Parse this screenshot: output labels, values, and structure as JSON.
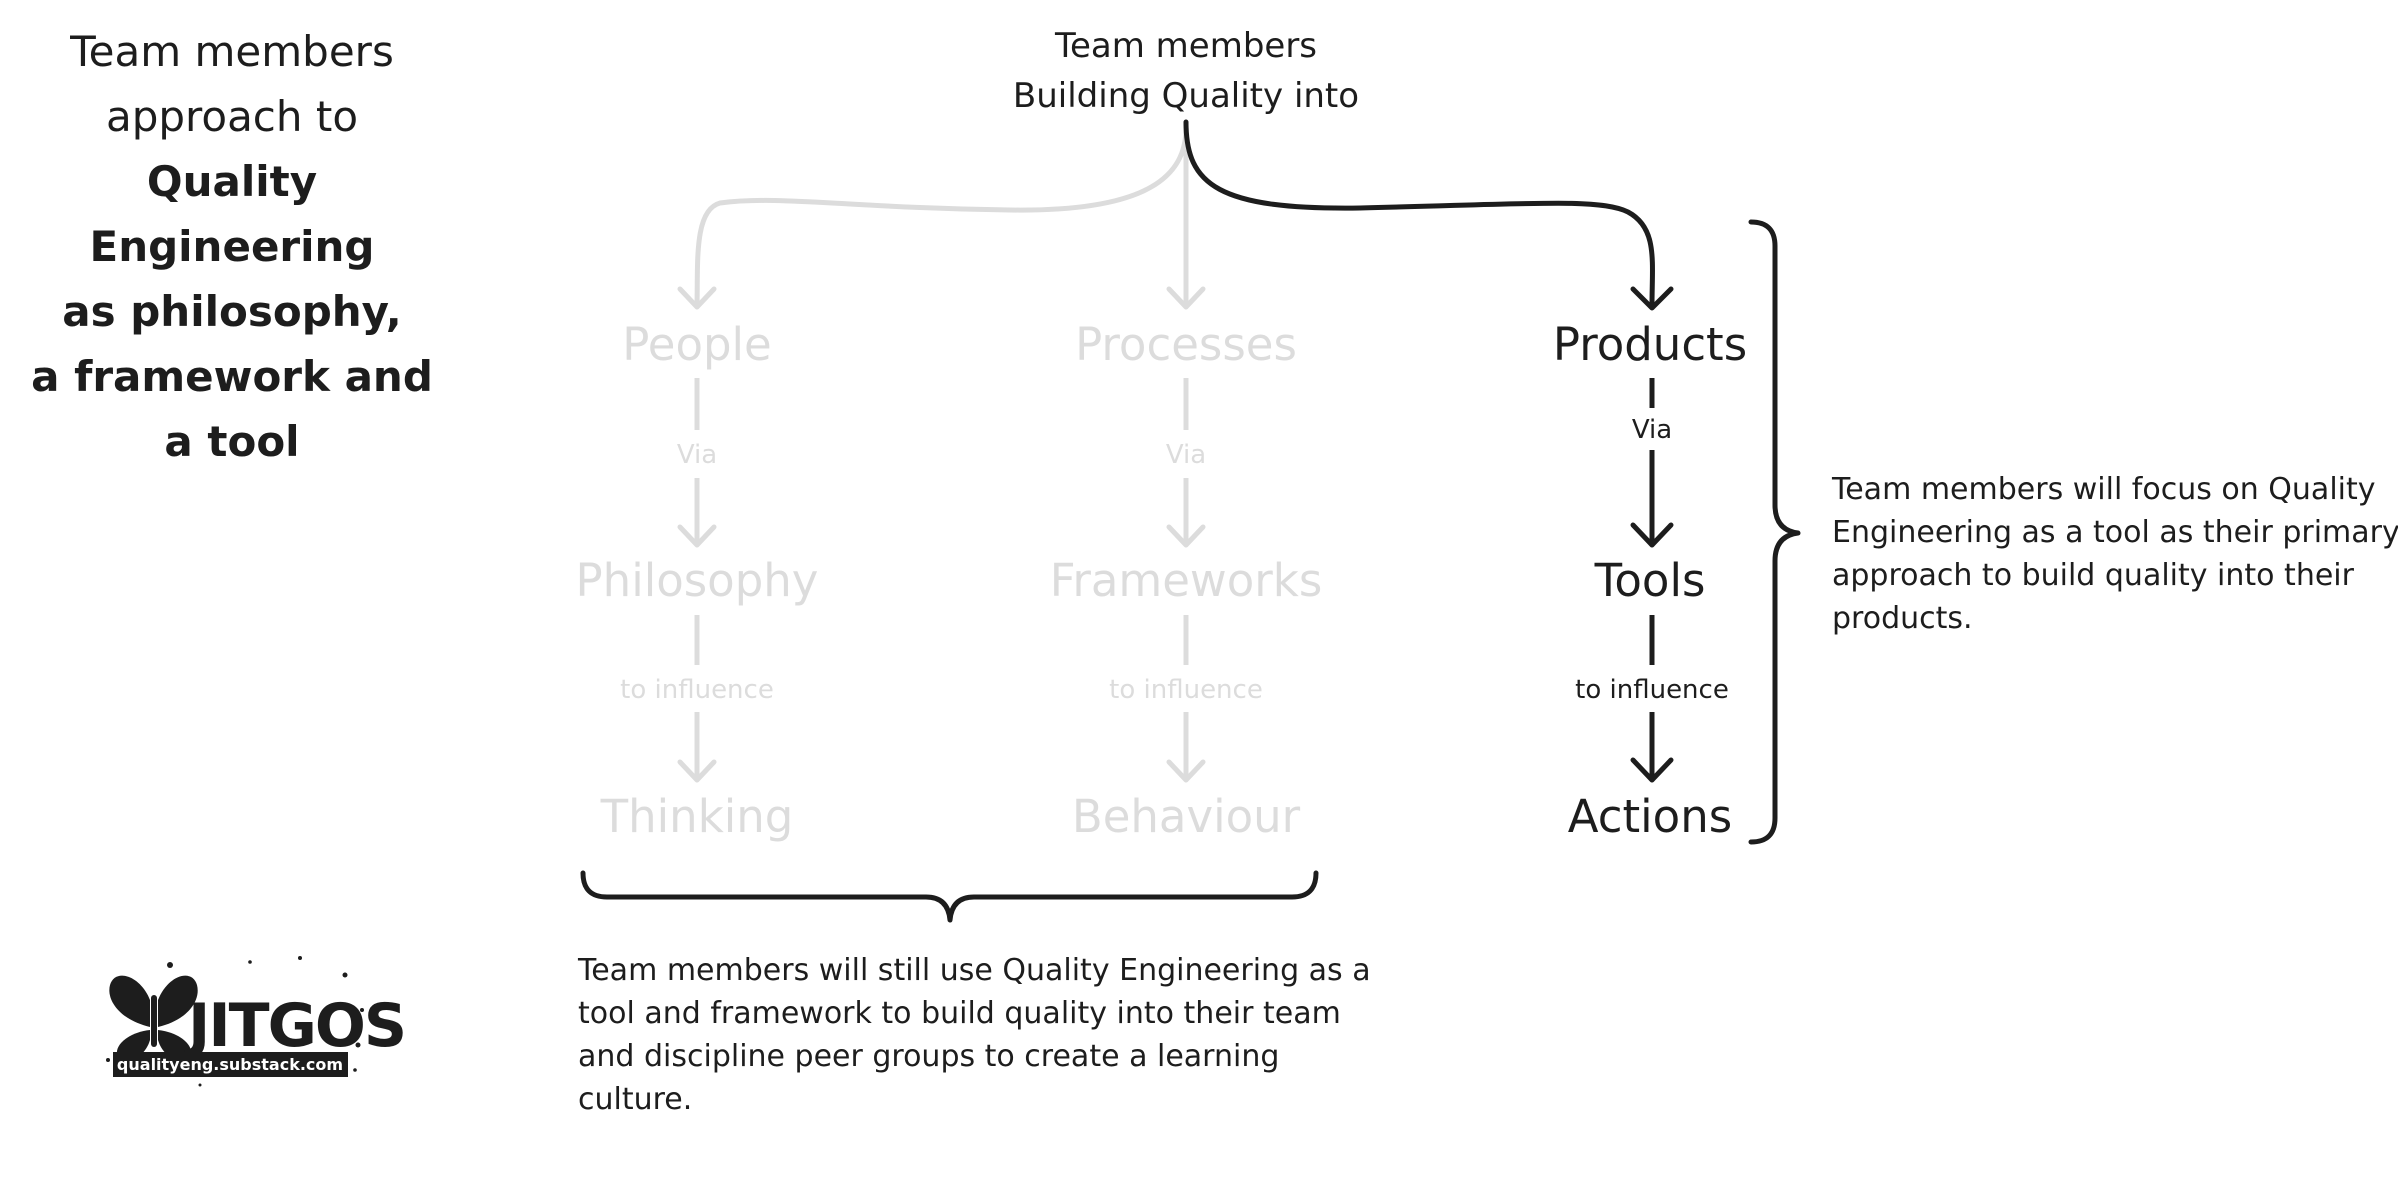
{
  "title": {
    "lines": [
      {
        "text": "Team members",
        "bold": false
      },
      {
        "text": "approach to",
        "bold": false
      },
      {
        "text": "Quality",
        "bold": true
      },
      {
        "text": "Engineering",
        "bold": true
      },
      {
        "text": "as philosophy,",
        "bold": true
      },
      {
        "text": "a framework and",
        "bold": true
      },
      {
        "text": "a tool",
        "bold": true
      }
    ]
  },
  "root": {
    "line1": "Team members",
    "line2": "Building Quality into"
  },
  "columns": {
    "people": {
      "node1": "People",
      "link1": "Via",
      "node2": "Philosophy",
      "link2": "to influence",
      "node3": "Thinking",
      "state": "inactive"
    },
    "processes": {
      "node1": "Processes",
      "link1": "Via",
      "node2": "Frameworks",
      "link2": "to influence",
      "node3": "Behaviour",
      "state": "inactive"
    },
    "products": {
      "node1": "Products",
      "link1": "Via",
      "node2": "Tools",
      "link2": "to influence",
      "node3": "Actions",
      "state": "active"
    }
  },
  "notes": {
    "right": [
      "Team members will focus on Quality",
      "Engineering as a tool as their primary",
      "approach to build quality into their",
      "products."
    ],
    "bottom": [
      "Team members will still use Quality Engineering as a",
      "tool and framework to build quality into their team",
      "and discipline peer groups to create a learning",
      "culture."
    ]
  },
  "logo": {
    "name": "JITGOS",
    "url": "qualityeng.substack.com"
  },
  "colors": {
    "active": "#1d1d1d",
    "inactive": "#dcdcdc",
    "background": "#ffffff"
  }
}
